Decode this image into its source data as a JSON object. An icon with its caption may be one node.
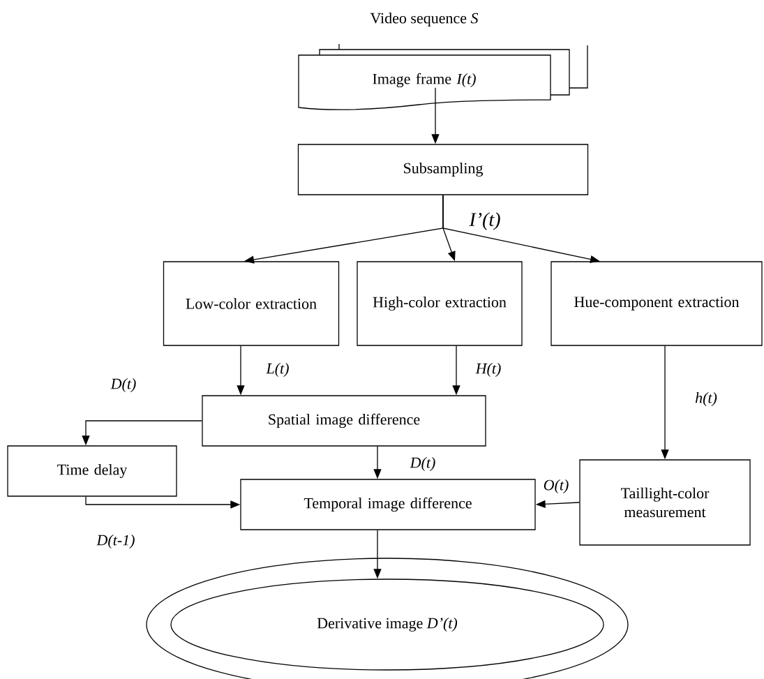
{
  "diagram": {
    "nodes": [
      {
        "text": [
          "Image frame *I(t)*"
        ],
        "beside": [
          "Video sequence *S*"
        ]
      },
      {
        "text": [
          "Subsampling"
        ]
      },
      {
        "text": [
          "Low-color extraction"
        ]
      },
      {
        "text": [
          "High-color extraction"
        ]
      },
      {
        "text": [
          "Hue-component extraction"
        ]
      },
      {
        "text": [
          "Spatial image difference"
        ]
      },
      {
        "text": [
          "Time delay"
        ]
      },
      {
        "text": [
          "Temporal image difference"
        ]
      },
      {
        "text": [
          "Taillight-color measurement"
        ]
      },
      {
        "text": [
          "Derivative image *D’(t)*"
        ]
      }
    ],
    "edges": [
      {
        "from": 0,
        "to": 1,
        "arrow": "to"
      },
      {
        "from": 1,
        "to": 2,
        "arrow": "to"
      },
      {
        "from": 1,
        "to": 3,
        "arrow": "to"
      },
      {
        "from": 1,
        "to": 4,
        "arrow": "to",
        "label": "I’(t)"
      },
      {
        "from": 2,
        "to": 5,
        "arrow": "to",
        "label": "L(t)"
      },
      {
        "from": 3,
        "to": 5,
        "arrow": "to",
        "label": "H(t)"
      },
      {
        "from": 4,
        "to": 8,
        "arrow": "to",
        "label": "h(t)"
      },
      {
        "from": 5,
        "to": 6,
        "arrow": "to",
        "label": "D(t)"
      },
      {
        "from": 5,
        "to": 7,
        "arrow": "to",
        "label": "D(t)"
      },
      {
        "from": 6,
        "to": 7,
        "arrow": "to",
        "label": "D(t-1)"
      },
      {
        "from": 8,
        "to": 7,
        "arrow": "to",
        "label": "O(t)"
      },
      {
        "from": 7,
        "to": 9,
        "arrow": "to"
      }
    ]
  }
}
